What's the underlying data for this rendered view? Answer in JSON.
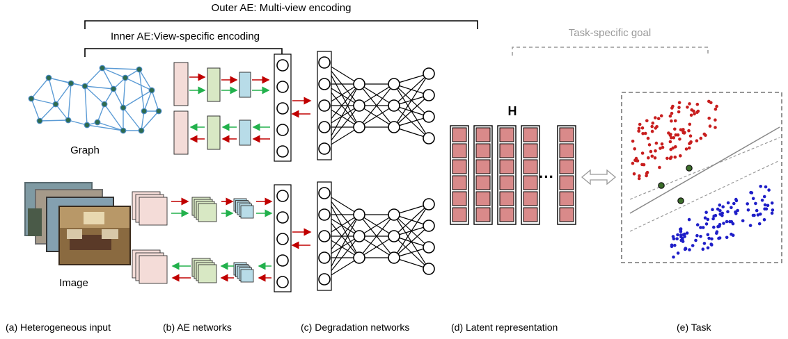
{
  "titles": {
    "outer_ae": "Outer AE: Multi-view encoding",
    "inner_ae": "Inner AE:View-specific encoding",
    "task_goal": "Task-specific goal"
  },
  "inputs": {
    "graph": "Graph",
    "image": "Image"
  },
  "latent": {
    "symbol": "H",
    "ellipsis": "···"
  },
  "captions": [
    "(a) Heterogeneous input",
    "(b) AE networks",
    "(c) Degradation networks",
    "(d) Latent representation",
    "(e) Task"
  ],
  "colors": {
    "red_arrow": "#c00000",
    "green_arrow": "#22b14c",
    "latent_fill": "#d98a8a",
    "encoder_pink": "#f4dcd8",
    "encoder_green": "#d8e8c4",
    "encoder_blue": "#b8dce8",
    "graph_edge": "#5b9bd5",
    "graph_node": "#2e6b4f",
    "class_red": "#c81e1e",
    "class_blue": "#1e1ec8",
    "goal_gray": "#999999"
  }
}
